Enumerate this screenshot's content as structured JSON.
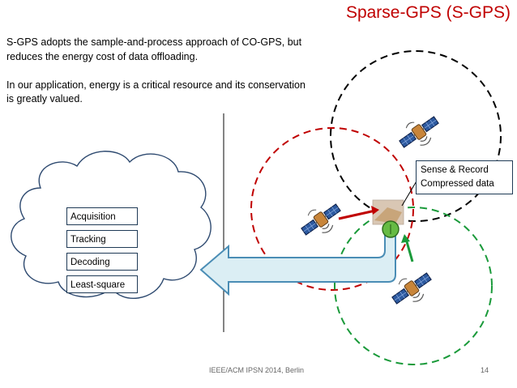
{
  "slide": {
    "title": "Sparse-GPS (S-GPS)",
    "paragraphs": [
      "S-GPS adopts the sample-and-process approach of CO-GPS, but reduces the energy cost of data offloading.",
      "In our application, energy is a critical resource and its conservation is greatly valued."
    ],
    "cloud_steps": [
      "Acquisition",
      "Tracking",
      "Decoding",
      "Least-square"
    ],
    "sense_box": {
      "line1": "Sense & Record",
      "line2": "Compressed data"
    },
    "footer": {
      "venue": "IEEE/ACM IPSN 2014, Berlin",
      "page": "14"
    }
  },
  "colors": {
    "title": "#c00000",
    "circle_black": "#000000",
    "circle_red": "#c00000",
    "circle_green": "#1a9a3a",
    "arrow_fill": "#dbeef4",
    "arrow_stroke": "#4a8db5",
    "receiver": "#66bb44"
  },
  "icons": [
    "satellite-icon",
    "gps-receiver-icon",
    "cloud-icon"
  ]
}
